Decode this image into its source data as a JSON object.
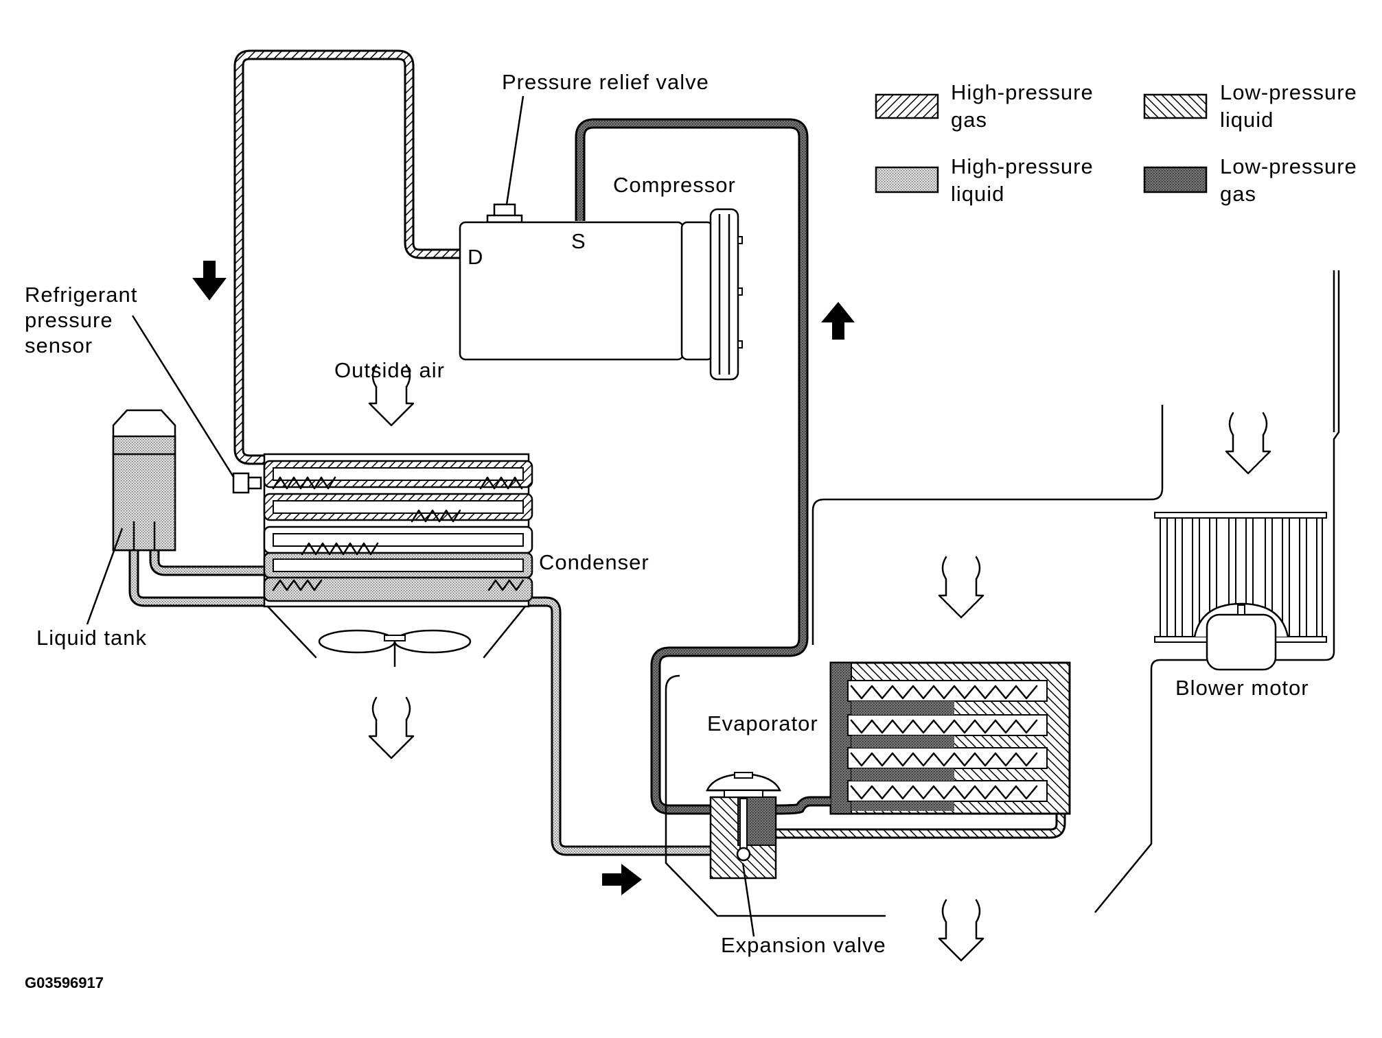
{
  "labels": {
    "pressure_relief_valve": "Pressure relief valve",
    "compressor": "Compressor",
    "discharge_port": "D",
    "suction_port": "S",
    "refrigerant_pressure_sensor": [
      "Refrigerant",
      "pressure",
      "sensor"
    ],
    "outside_air": "Outside air",
    "condenser": "Condenser",
    "liquid_tank": "Liquid tank",
    "evaporator": "Evaporator",
    "expansion_valve": "Expansion valve",
    "blower_motor": "Blower motor",
    "figure_code": "G03596917"
  },
  "legend": [
    {
      "key": "high-pressure-gas",
      "label": [
        "High-pressure",
        "gas"
      ],
      "pattern": "diagonal-hatch-forward"
    },
    {
      "key": "low-pressure-liquid",
      "label": [
        "Low-pressure",
        "liquid"
      ],
      "pattern": "diagonal-hatch-back"
    },
    {
      "key": "high-pressure-liquid",
      "label": [
        "High-pressure",
        "liquid"
      ],
      "pattern": "light-dots"
    },
    {
      "key": "low-pressure-gas",
      "label": [
        "Low-pressure",
        "gas"
      ],
      "pattern": "dark-dots"
    }
  ],
  "colors": {
    "line": "#000000",
    "background": "#ffffff"
  }
}
